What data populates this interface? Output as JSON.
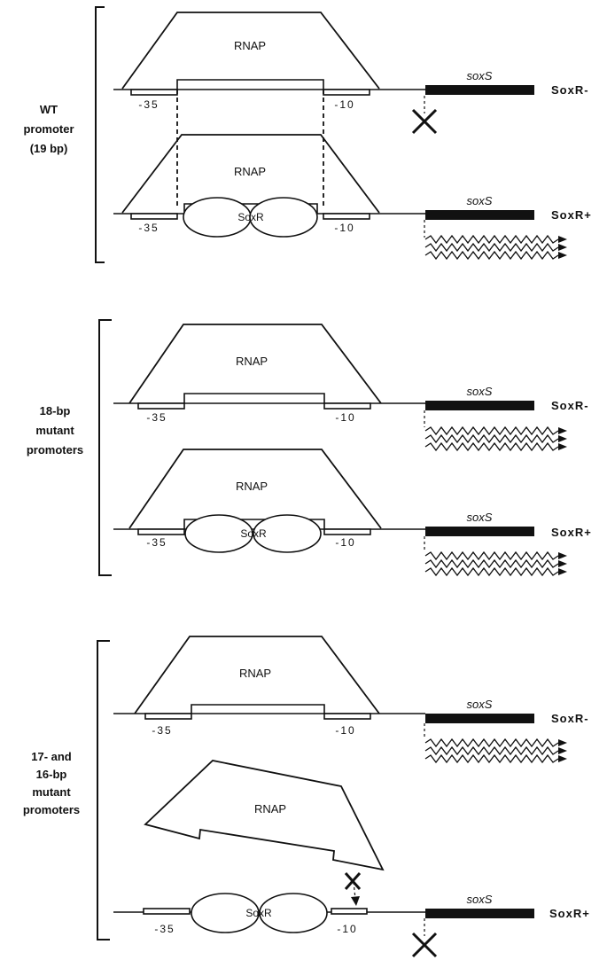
{
  "labels": {
    "rnap": "RNAP",
    "soxr_protein": "SoxR",
    "box35": "-35",
    "box10": "-10",
    "gene": "soxS",
    "soxr_minus": "SoxR-",
    "soxr_plus": "SoxR+"
  },
  "groups": [
    {
      "lines": [
        "WT",
        "promoter",
        "(19 bp)"
      ]
    },
    {
      "lines": [
        "18-bp",
        "mutant",
        "promoters"
      ]
    },
    {
      "lines": [
        "17- and",
        "16-bp",
        "mutant",
        "promoters"
      ]
    }
  ],
  "colors": {
    "ink": "#111111",
    "background": "#ffffff"
  }
}
